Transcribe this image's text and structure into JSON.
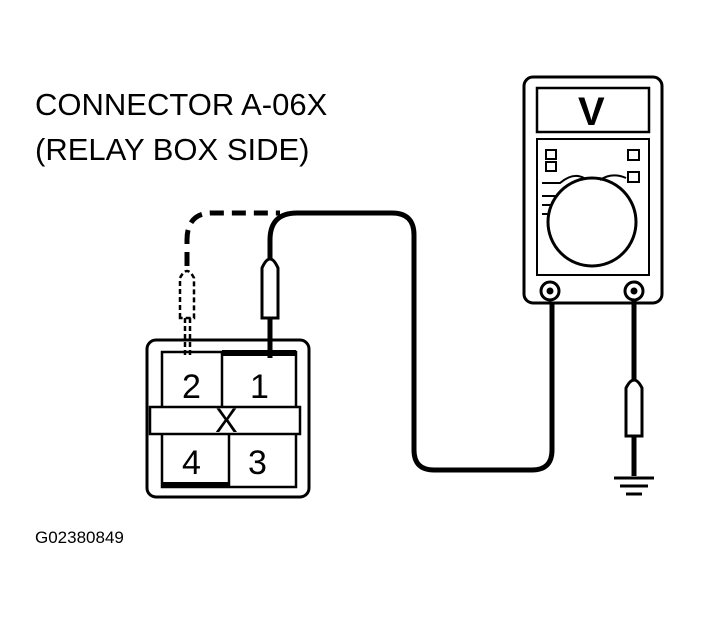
{
  "diagram": {
    "title_line1": "CONNECTOR A-06X",
    "title_line2": "(RELAY BOX SIDE)",
    "figure_code": "G02380849",
    "connector": {
      "pins": {
        "pin1": "1",
        "pin2": "2",
        "pin3": "3",
        "pin4": "4"
      },
      "center_mark": "X"
    },
    "meter": {
      "display_symbol": "V"
    },
    "icons": [
      "voltmeter-icon",
      "ground-symbol-icon",
      "probe-icon"
    ],
    "colors": {
      "line": "#000000",
      "background": "#ffffff"
    }
  }
}
